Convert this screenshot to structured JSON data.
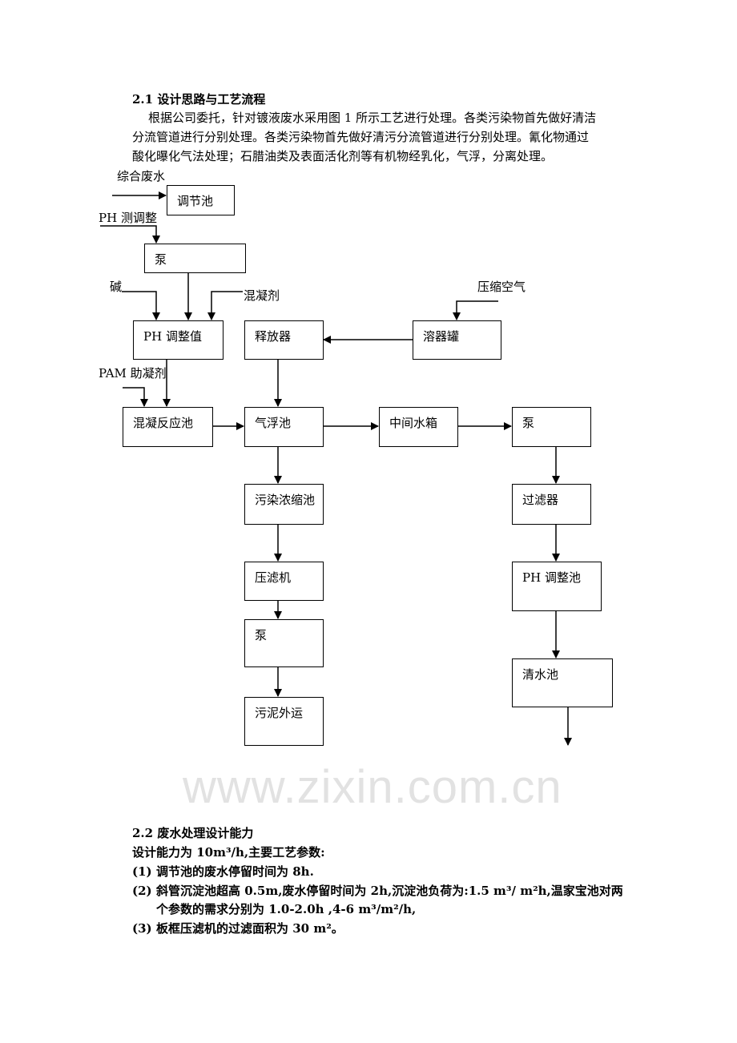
{
  "section1": {
    "heading": "2.1 设计思路与工艺流程",
    "lines": [
      "根据公司委托，针对镀液废水采用图 1 所示工艺进行处理。各类污染物首先做好清洁",
      "分流管道进行分别处理。各类污染物首先做好清污分流管道进行分别处理。氰化物通过",
      "酸化曝化气法处理；石腊油类及表面活化剂等有机物经乳化，气浮，分离处理。"
    ]
  },
  "flowchart": {
    "inputs": {
      "wastewater": "综合废水",
      "ph_measure": "PH 测调整",
      "alkali": "碱",
      "coagulant": "混凝剂",
      "pam": "PAM 助凝剂",
      "compressed_air": "压缩空气"
    },
    "boxes": {
      "equalization_tank": "调节池",
      "pump1": "泵",
      "ph_adjust_value": "PH 调整值",
      "releaser": "释放器",
      "dissolver_tank": "溶器罐",
      "coag_reaction_tank": "混凝反应池",
      "flotation_tank": "气浮池",
      "intermediate_tank": "中间水箱",
      "pump2": "泵",
      "sludge_thickener": "污染浓缩池",
      "filter": "过滤器",
      "filter_press": "压滤机",
      "ph_adjust_tank": "PH 调整池",
      "pump3": "泵",
      "clear_water_tank": "清水池",
      "sludge_out": "污泥外运"
    }
  },
  "watermark": "www.zixin.com.cn",
  "section2": {
    "heading": "2.2 废水处理设计能力",
    "intro": "设计能力为 10m³/h,主要工艺参数:",
    "items": [
      {
        "num": "(1)",
        "text": "调节池的废水停留时间为 8h."
      },
      {
        "num": "(2)",
        "text": "斜管沉淀池超高 0.5m,废水停留时间为 2h,沉淀池负荷为:1.5 m³/ m²h,温家宝池对两",
        "cont": "个参数的需求分别为 1.0-2.0h ,4-6 m³/m²/h,"
      },
      {
        "num": "(3)",
        "text": "板框压滤机的过滤面积为 30 m²。"
      }
    ]
  }
}
